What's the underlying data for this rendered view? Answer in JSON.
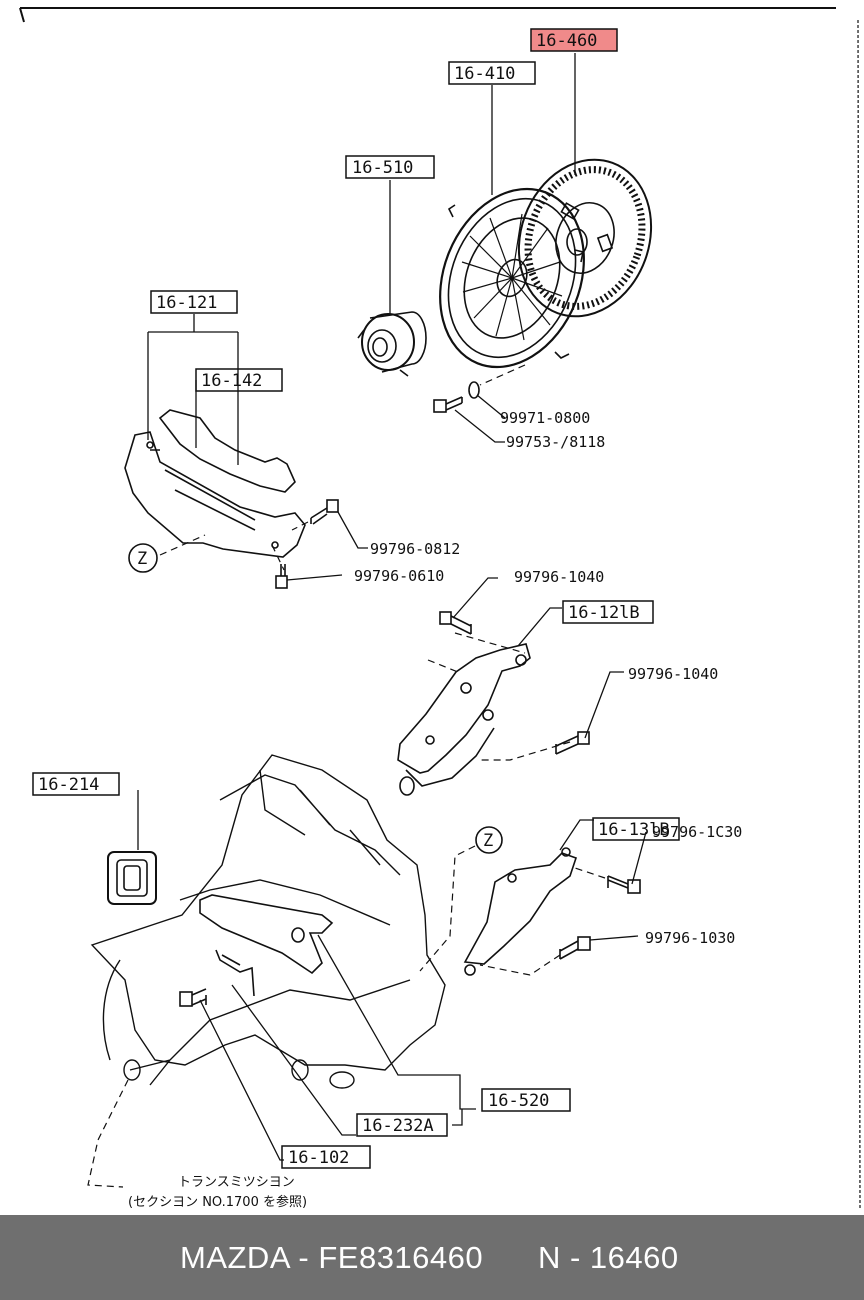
{
  "highlight_color": "#f08a8a",
  "labels": {
    "l16460": "16-460",
    "l16410": "16-410",
    "l16510": "16-510",
    "l16121": "16-121",
    "l16142": "16-142",
    "l16121B": "16-12lB",
    "l16214": "16-214",
    "l16131B": "16-13lB",
    "l16520": "16-520",
    "l16232A": "16-232A",
    "l16102": "16-102"
  },
  "part_numbers": {
    "p1": "99971-0800",
    "p2": "99753-/8118",
    "p3": "99796-0812",
    "p4": "99796-0610",
    "p5": "99796-1040",
    "p6": "99796-1040",
    "p7": "99796-1C30",
    "p8": "99796-1030"
  },
  "markers": {
    "z1": "Z",
    "z2": "Z"
  },
  "note": {
    "line1": "トランスミツシヨン",
    "line2": "(セクシヨン NO.1700 を参照)"
  },
  "footer": {
    "brand": "MAZDA - FE8316460",
    "code": "N - 16460"
  }
}
